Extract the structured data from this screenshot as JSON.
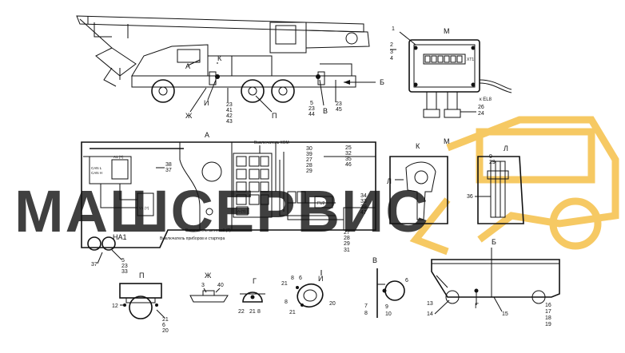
{
  "watermark": {
    "text": "МАШСЕРВИС",
    "color": "#f4b730"
  },
  "labels": {
    "main_view_A": "А",
    "main_view_B": "Б",
    "panel_M": "М",
    "view_K": "К",
    "view_K_M": "М",
    "view_K_L": "Л",
    "view_L": "Л",
    "view_P": "П",
    "view_Zh": "Ж",
    "view_G": "Г",
    "view_I": "И",
    "view_V": "В",
    "view_B_bottom": "Б",
    "ha1": "НА1",
    "kom": "Выключатель КОМ",
    "ignition": "Выключатель приборов и стартера",
    "headlight_switch": "Включатель\nшеинкой (?)",
    "xt1": "XT1",
    "el8": "к EL8",
    "fu2": "FU2",
    "canl": "CAN L",
    "canh": "CAN H",
    "a1": "A1 (?)",
    "a_box": "A-(?)",
    "v1": "V1 (?)"
  },
  "crane_callouts": {
    "a": "А",
    "k": "К",
    "i": "И",
    "zh": "Ж",
    "p": "П",
    "v": "В",
    "b": "Б",
    "n23_a": "23",
    "n41": "41",
    "n42": "42",
    "n43": "43",
    "n5": "5",
    "n23_b": "23",
    "n44": "44",
    "n23_c": "23",
    "n45": "45"
  },
  "panel_M_callouts": {
    "n1": "1",
    "n2": "2",
    "n3": "3",
    "n4": "4",
    "n26": "26",
    "n24": "24"
  },
  "main_callouts": {
    "n38": "38",
    "n37": "37",
    "n30": "30",
    "n39": "39",
    "n27": "27",
    "n28": "28",
    "n29": "29",
    "n25": "25",
    "n32": "32",
    "n35": "35",
    "n46": "46",
    "n34": "34",
    "n33": "33",
    "n39b": "39",
    "n47": "47",
    "n27b": "27",
    "n28b": "28",
    "n29b": "29",
    "n31": "31",
    "n37b": "37",
    "n5": "5",
    "n23": "23",
    "n33b": "33"
  },
  "view_L_callouts": {
    "n9": "9",
    "n29": "29",
    "n36": "36"
  },
  "view_P_callouts": {
    "n12": "12",
    "n21": "21",
    "n6": "6",
    "n20": "20"
  },
  "view_Zh_callouts": {
    "n3": "3",
    "n40": "40"
  },
  "view_G_callouts": {
    "n22": "22",
    "n21": "21",
    "n8": "8"
  },
  "view_I_callouts": {
    "n21a": "21",
    "n8a": "8",
    "n6": "6",
    "n8b": "8",
    "n20": "20",
    "n21b": "21"
  },
  "view_V_callouts": {
    "n6": "6",
    "n7": "7",
    "n8": "8",
    "n9": "9",
    "n10": "10"
  },
  "view_B_callouts": {
    "n13": "13",
    "n14": "14",
    "n15": "15",
    "n16": "16",
    "n17": "17",
    "n18": "18",
    "n19": "19",
    "g": "Г"
  }
}
